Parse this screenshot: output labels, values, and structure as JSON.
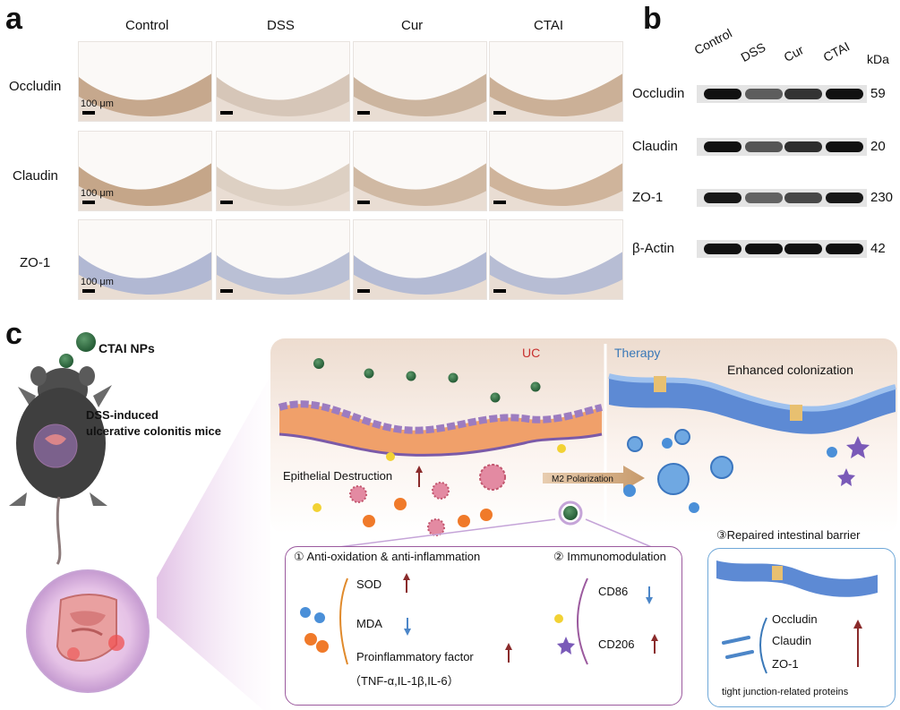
{
  "panel_a": {
    "letter": "a",
    "columns": [
      "Control",
      "DSS",
      "Cur",
      "CTAI"
    ],
    "rows": [
      "Occludin",
      "Claudin",
      "ZO-1"
    ],
    "scale_bar": "100 μm"
  },
  "panel_b": {
    "letter": "b",
    "lanes": [
      "Control",
      "DSS",
      "Cur",
      "CTAI"
    ],
    "unit": "kDa",
    "proteins": [
      {
        "name": "Occludin",
        "kda": "59",
        "intensity": [
          1.0,
          0.45,
          0.75,
          1.0
        ]
      },
      {
        "name": "Claudin",
        "kda": "20",
        "intensity": [
          1.0,
          0.5,
          0.8,
          1.0
        ]
      },
      {
        "name": "ZO-1",
        "kda": "230",
        "intensity": [
          0.95,
          0.4,
          0.6,
          0.95
        ]
      },
      {
        "name": "β-Actin",
        "kda": "42",
        "intensity": [
          1.0,
          1.0,
          1.0,
          1.0
        ]
      }
    ]
  },
  "panel_c": {
    "letter": "c",
    "np_label": "CTAI NPs",
    "mouse_label_1": "DSS-induced",
    "mouse_label_2": "ulcerative colonitis mice",
    "uc_label": "UC",
    "therapy_label": "Therapy",
    "enhanced_label": "Enhanced colonization",
    "epithelial_label": "Epithelial Destruction",
    "m2_label": "M2 Polarization",
    "box1": {
      "title": "① Anti-oxidation & anti-inflammation",
      "sod": "SOD",
      "mda": "MDA",
      "proinflam": "Proinflammatory factor",
      "cytokines": "（TNF-α,IL-1β,IL-6）"
    },
    "box2": {
      "title": "② Immunomodulation",
      "cd86": "CD86",
      "cd206": "CD206"
    },
    "box3": {
      "title": "③Repaired intestinal barrier",
      "occludin": "Occludin",
      "claudin": "Claudin",
      "zo1": "ZO-1",
      "caption": "tight junction-related proteins"
    },
    "colors": {
      "np_green": "#2f6b3f",
      "uc_red": "#c8302f",
      "therapy_blue": "#3a78b8",
      "box_border": "#9b5a9e",
      "up_arrow": "#8a2b2b",
      "down_arrow": "#4c86c8"
    }
  }
}
